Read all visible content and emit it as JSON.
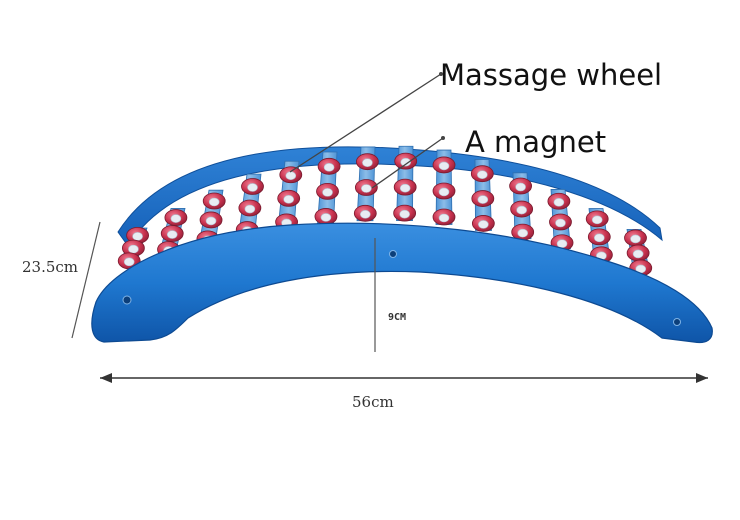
{
  "annotations": {
    "massage_wheel": "Massage wheel",
    "magnet": "A magnet"
  },
  "dimensions": {
    "height": "23.5cm",
    "length": "56cm",
    "arch_height": "9CM"
  },
  "colors": {
    "body": "#1f78d0",
    "body_dark": "#0f55a8",
    "slat": "#6aa7dd",
    "wheel": "#c8324e",
    "wheel_dark": "#8e1f37",
    "wheel_core": "#e8edf3",
    "line": "#444444"
  }
}
